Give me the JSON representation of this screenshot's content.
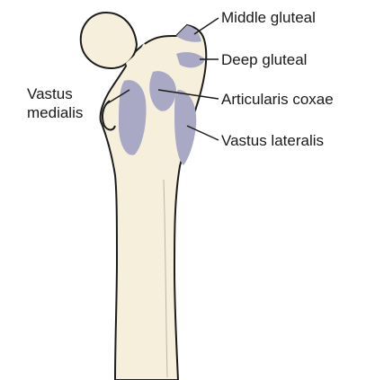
{
  "diagram": {
    "labels": {
      "middle_gluteal": "Middle gluteal",
      "deep_gluteal": "Deep gluteal",
      "articularis_coxae": "Articularis coxae",
      "vastus_lateralis": "Vastus lateralis",
      "vastus_medialis_line1": "Vastus",
      "vastus_medialis_line2": "medialis"
    },
    "colors": {
      "bone_fill": "#f5efdc",
      "bone_outline": "#1c1c1c",
      "muscle_attachment": "#a9a9c6",
      "leader_line": "#1c1c1c"
    }
  }
}
